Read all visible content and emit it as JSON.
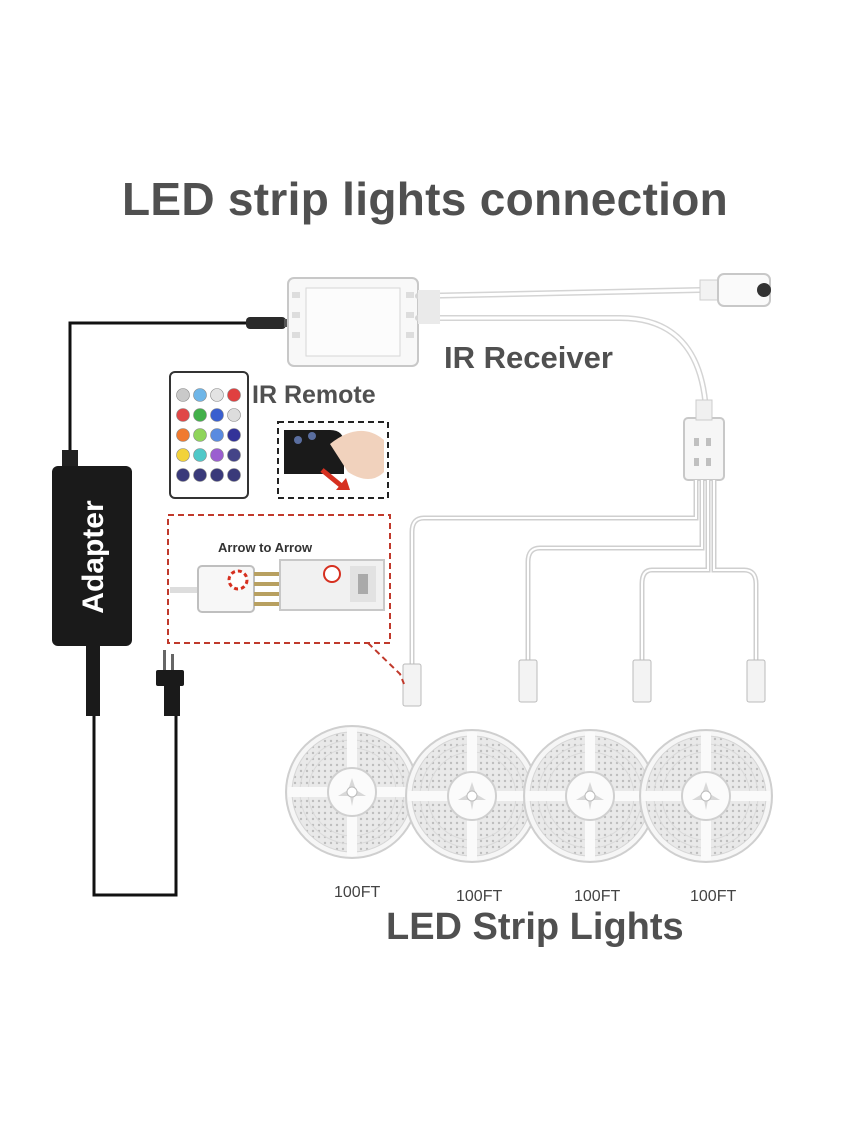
{
  "title": "LED strip lights connection",
  "labels": {
    "ir_receiver": "IR Receiver",
    "ir_remote": "IR Remote",
    "adapter": "Adapter",
    "arrow_to_arrow": "Arrow to  Arrow",
    "led_strip_lights": "LED Strip Lights"
  },
  "reels": [
    {
      "length": "100FT"
    },
    {
      "length": "100FT"
    },
    {
      "length": "100FT"
    },
    {
      "length": "100FT"
    }
  ],
  "remote": {
    "button_colors": [
      "#c9c9c9",
      "#6fb6e8",
      "#e3e3e3",
      "#e04040",
      "#e04848",
      "#43b04a",
      "#3a5fcf",
      "#dddddd",
      "#f07a30",
      "#8fd45a",
      "#5a8be0",
      "#333399",
      "#f2d23a",
      "#50c8c8",
      "#9b5fd0",
      "#444488",
      "#3a3a7a",
      "#3a3a7a",
      "#3a3a7a",
      "#3a3a7a"
    ]
  },
  "colors": {
    "text": "#505050",
    "cable": "#111111",
    "adapter": "#1a1a1a",
    "dash_red": "#c0392b",
    "reel": "#f4f4f4"
  }
}
